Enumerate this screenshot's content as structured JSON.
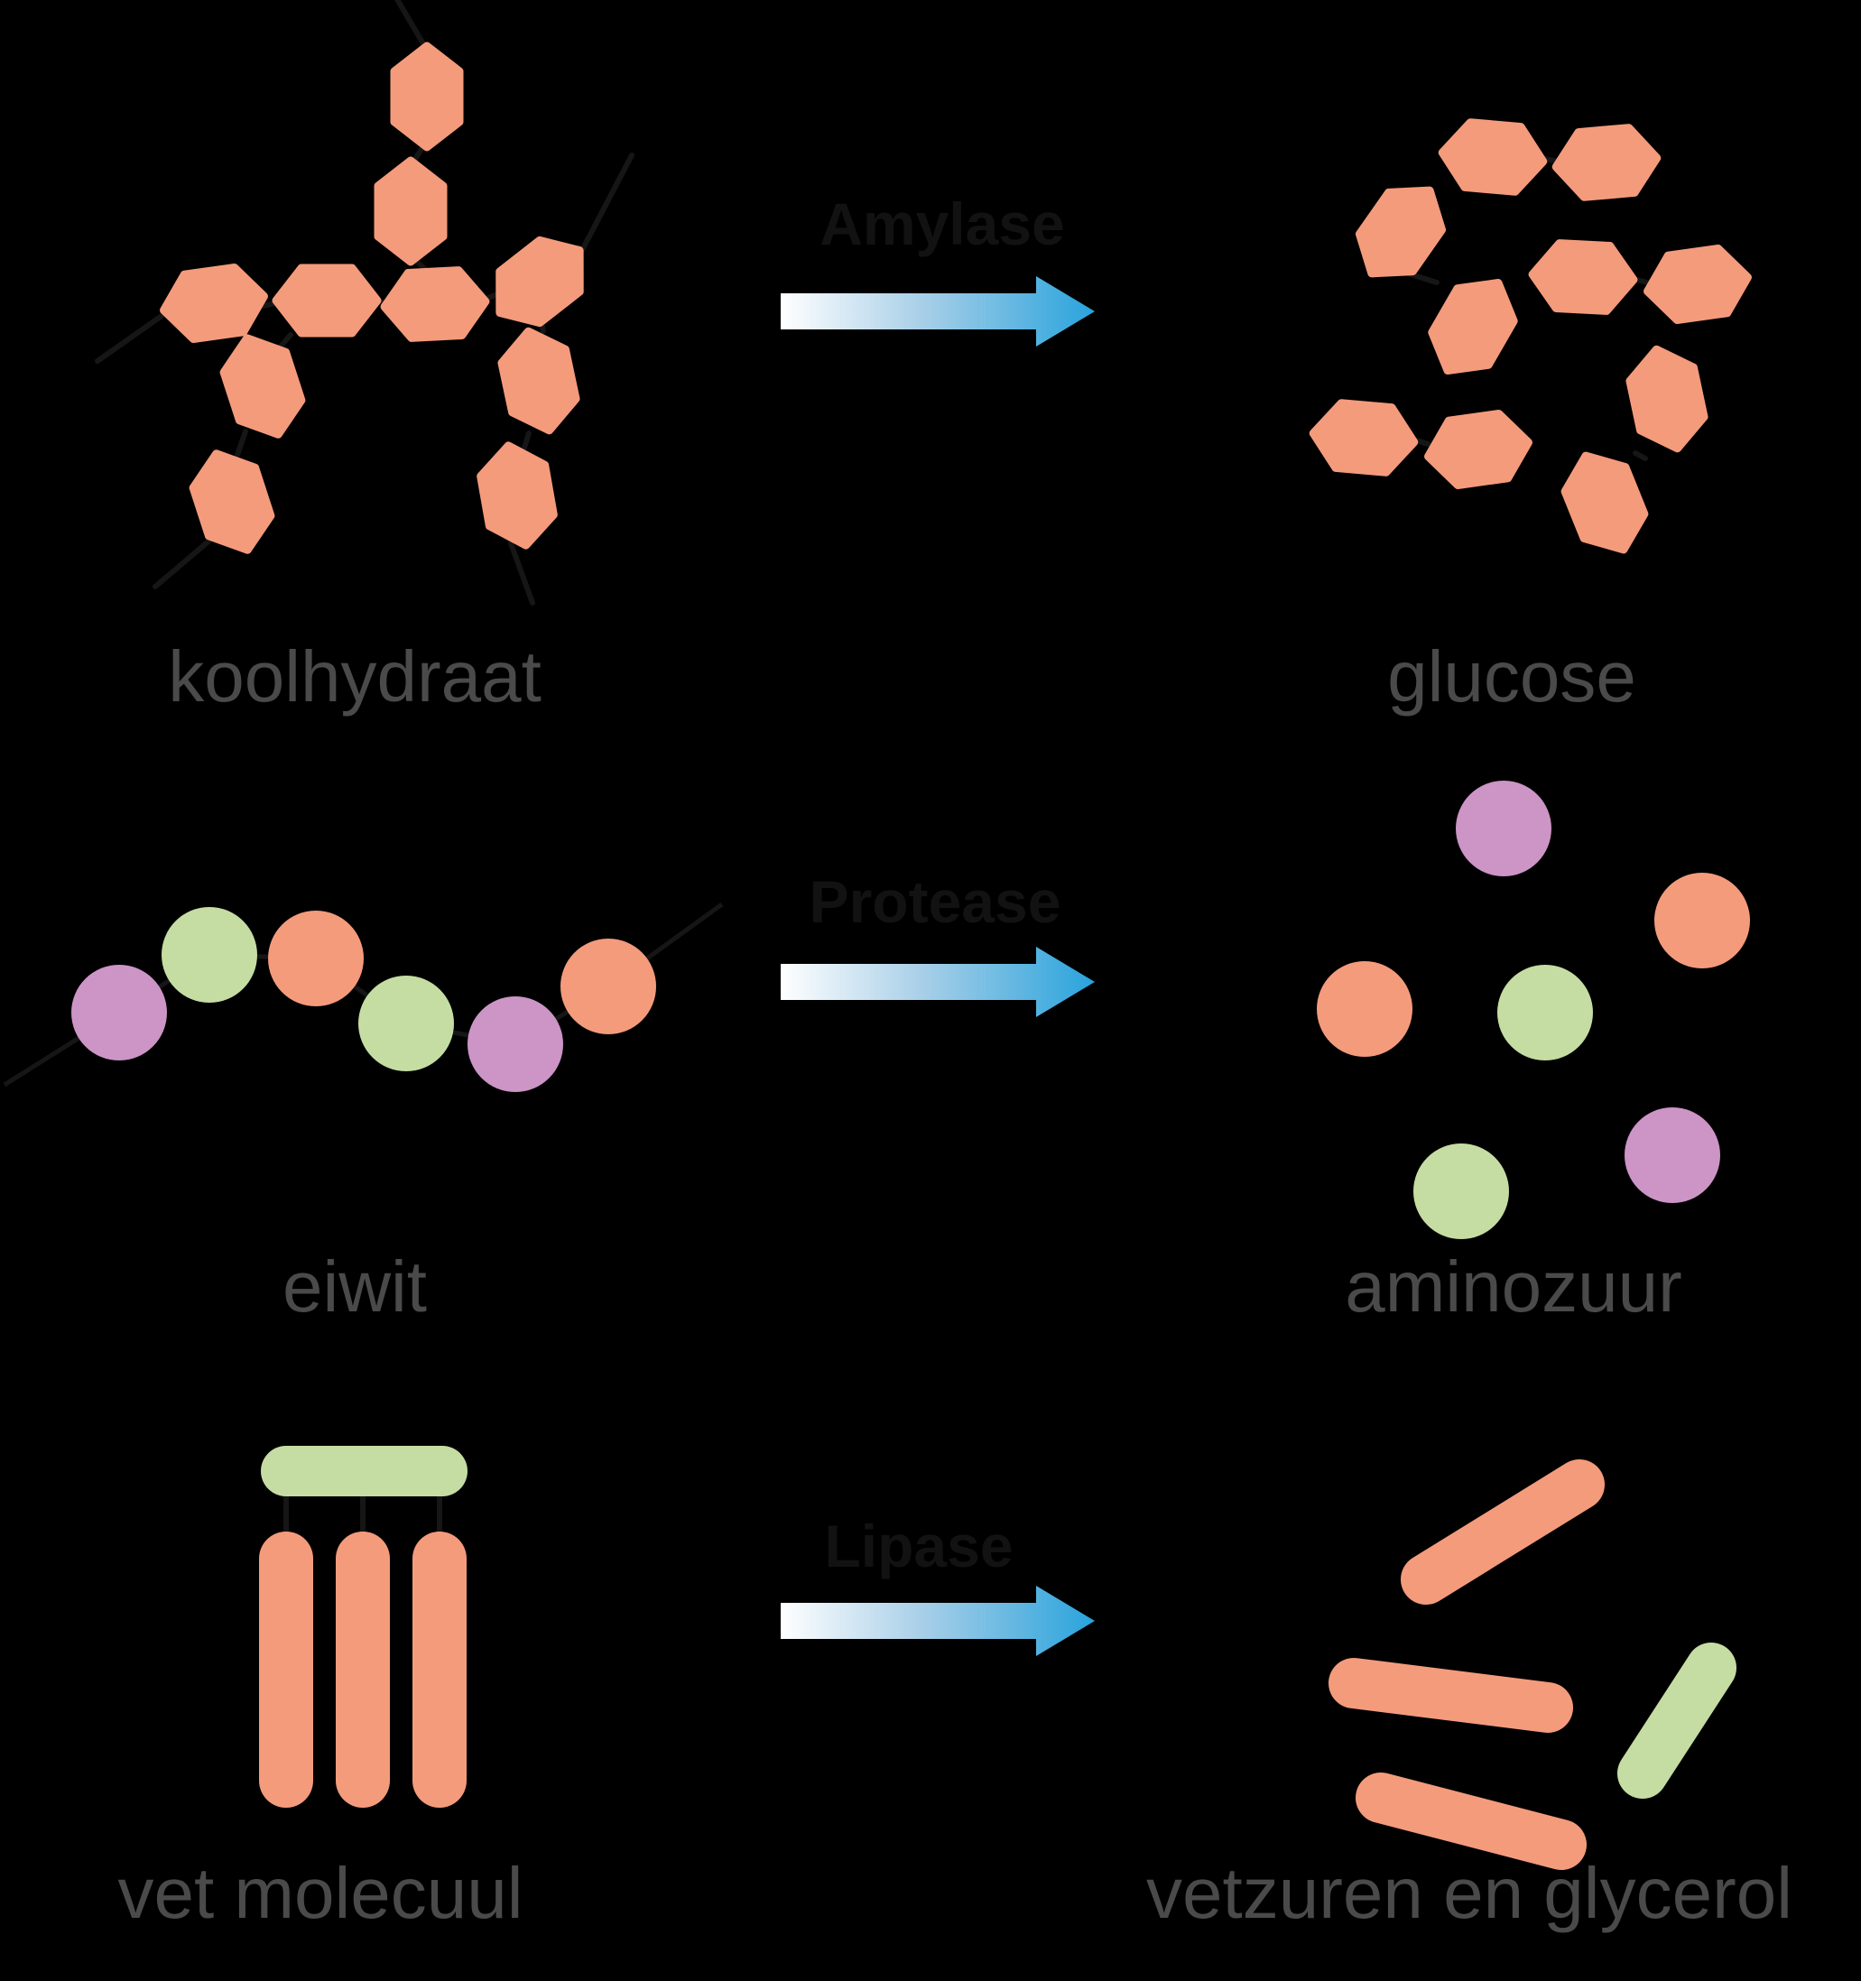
{
  "rows": [
    {
      "substrate_label": "koolhydraat",
      "enzyme_label": "Amylase",
      "product_label": "glucose",
      "substrate_shape": "branched chain of 10 salmon hexagons linked by black bonds",
      "product_shape": "10 scattered loose salmon hexagons"
    },
    {
      "substrate_label": "eiwit",
      "enzyme_label": "Protease",
      "product_label": "aminozuur",
      "substrate_shape": "zigzag chain of 6 circles (purple, green, orange, green, purple, orange) on a black line",
      "product_shape": "6 scattered loose circles (2 purple, 2 green, 2 orange)"
    },
    {
      "substrate_label": "vet molecuul",
      "enzyme_label": "Lipase",
      "product_label": "vetzuren en glycerol",
      "substrate_shape": "green glycerol bar on top connected to 3 vertical orange fatty-acid bars",
      "product_shape": "3 loose tilted orange bars and 1 loose tilted green bar"
    }
  ],
  "colors": {
    "carbohydrate_salmon": "#F49B7C",
    "green": "#C5DDA3",
    "purple": "#CC95C6",
    "arrow_white_start": "#FFFFFF",
    "arrow_mid": "#A8CFE8",
    "arrow_blue_end": "#29A3DC",
    "label_gray": "#4A4A4A",
    "enzyme_text": "#121212",
    "bond_line": "#161616",
    "background": "#000000"
  }
}
